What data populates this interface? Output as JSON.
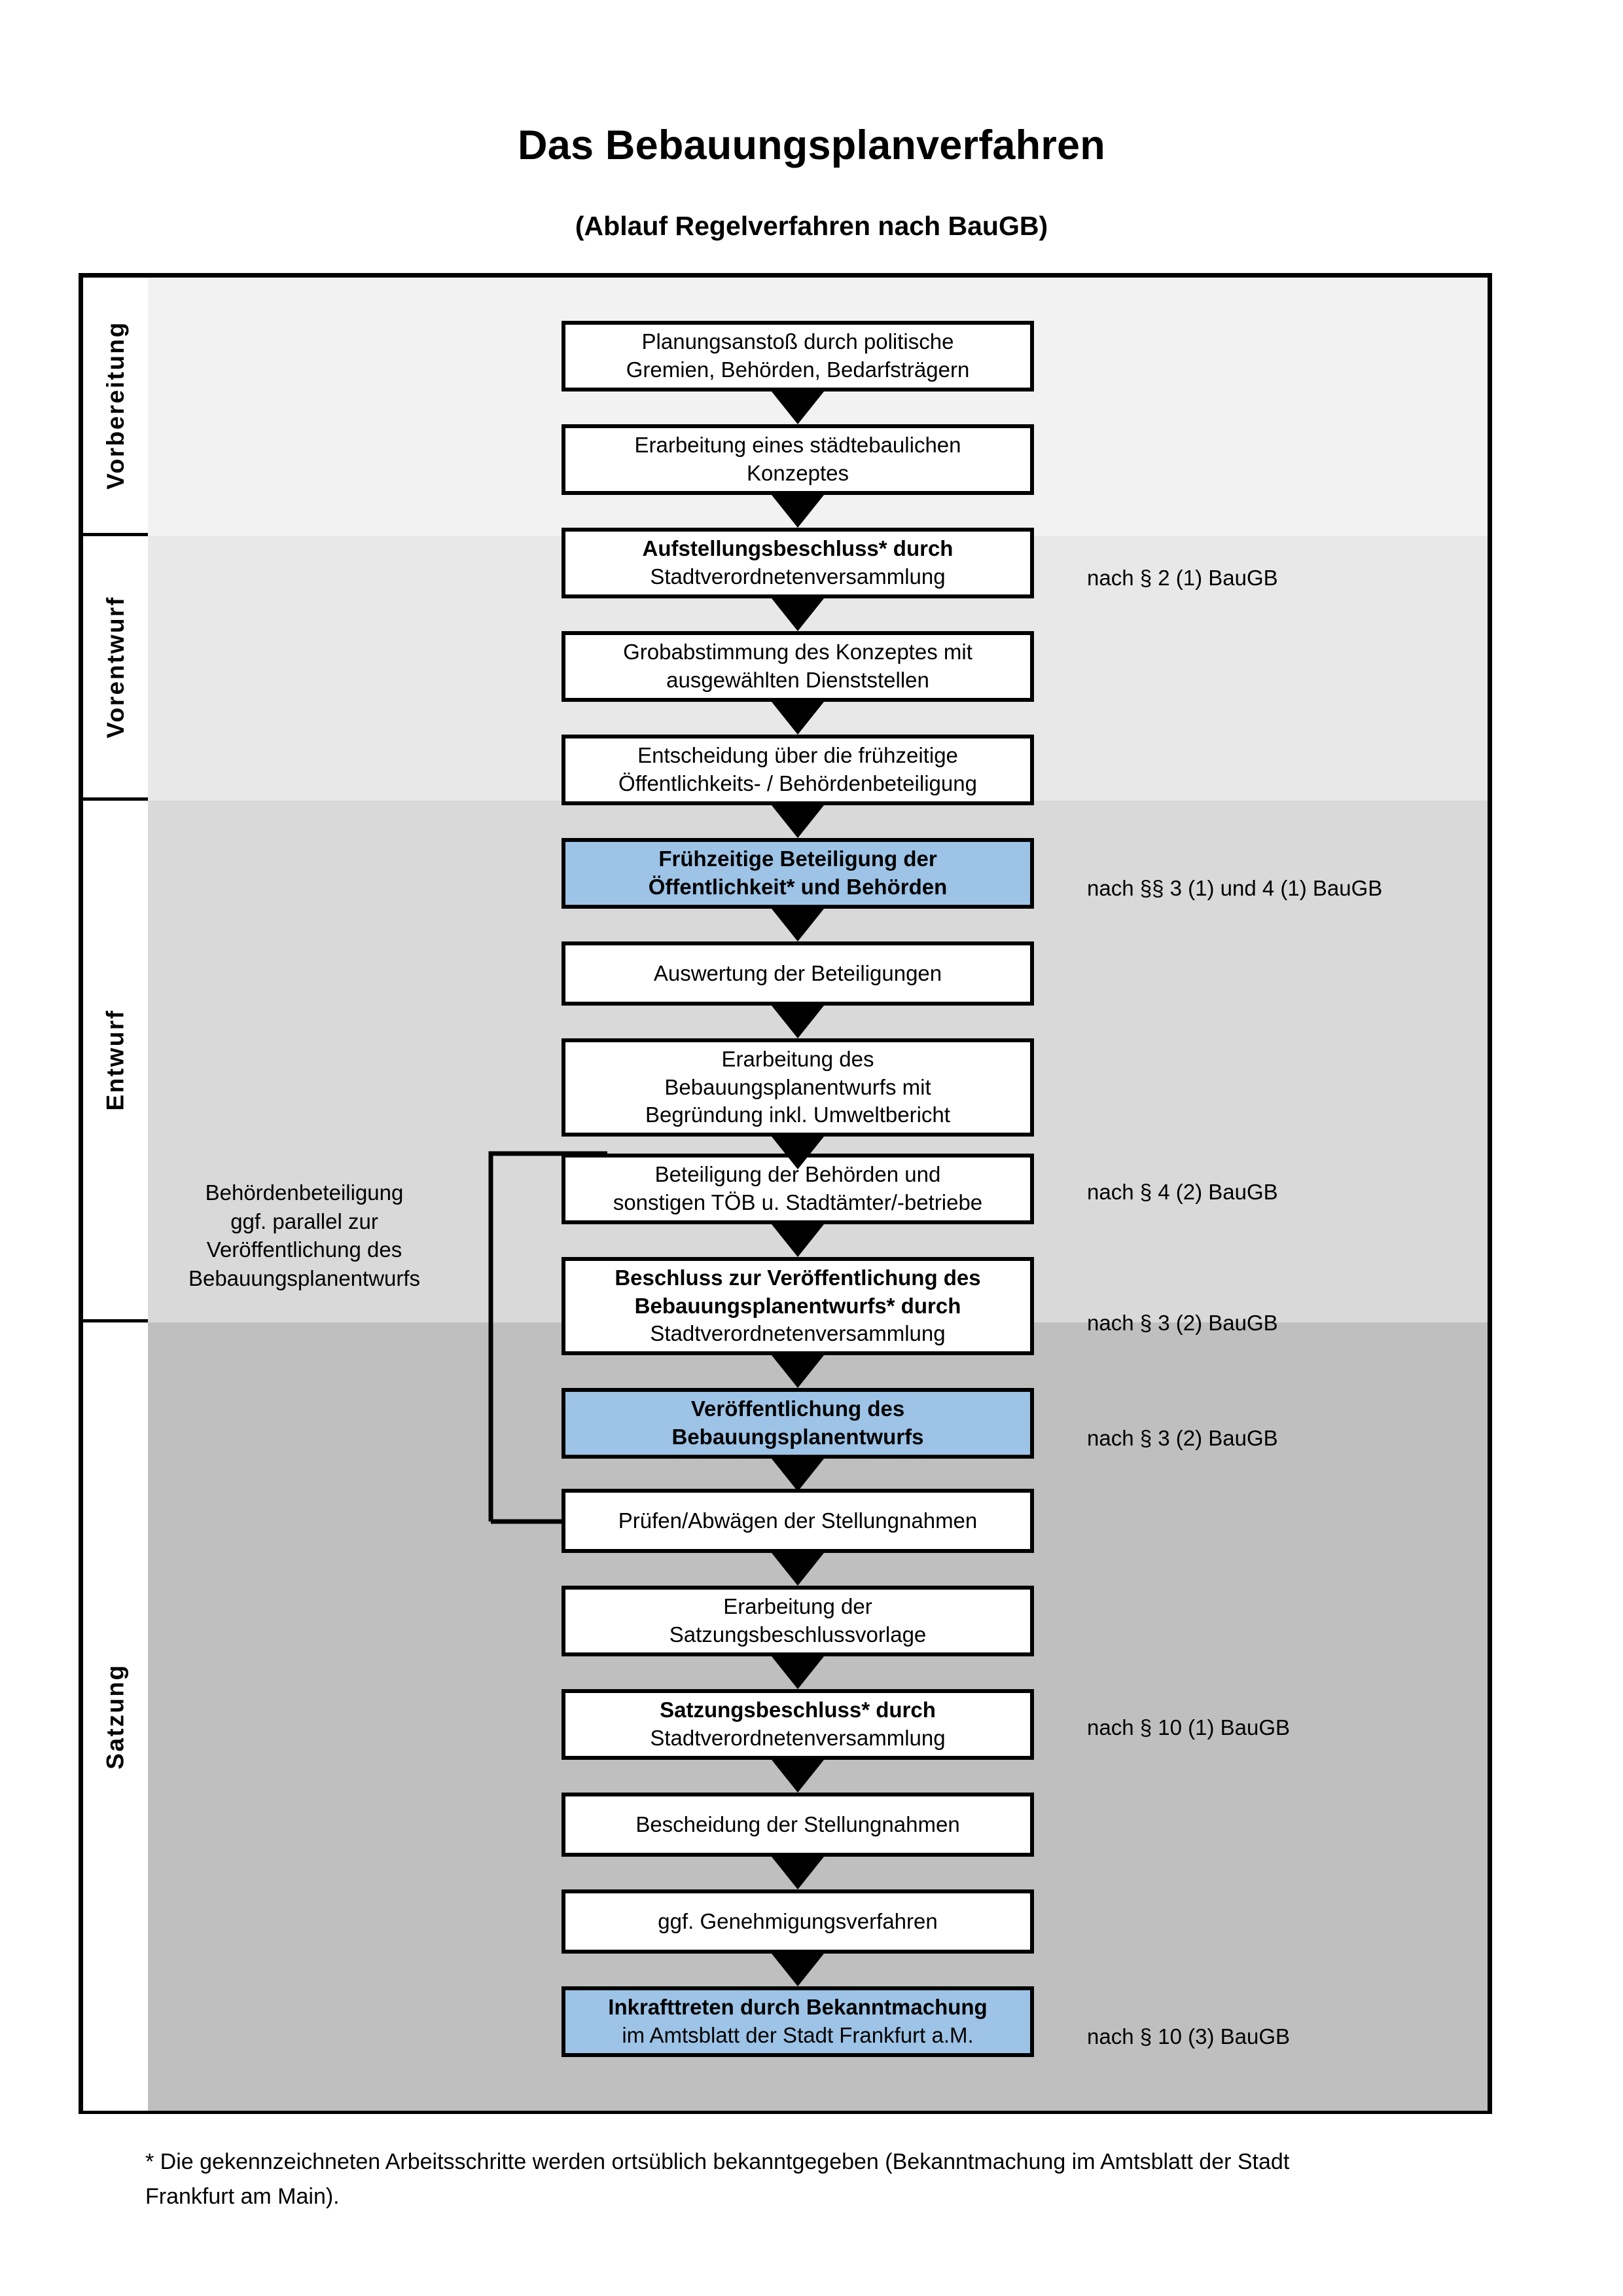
{
  "header": {
    "title": "Das Bebauungsplanverfahren",
    "subtitle": "(Ablauf Regelverfahren nach BauGB)"
  },
  "bands": [
    {
      "key": "vorbereitung",
      "label": "Vorbereitung",
      "bg": "#f2f2f2"
    },
    {
      "key": "vorentwurf",
      "label": "Vorentwurf",
      "bg": "#e8e8e8"
    },
    {
      "key": "entwurf",
      "label": "Entwurf",
      "bg": "#d9d9d9"
    },
    {
      "key": "satzung",
      "label": "Satzung",
      "bg": "#bfbfbf"
    }
  ],
  "colors": {
    "highlight_blue": "#9dc3e6",
    "box_fill": "#ffffff",
    "outline": "#000000"
  },
  "steps": [
    {
      "id": "s1",
      "band": "vorbereitung",
      "highlight": false,
      "lines": [
        {
          "text": "Planungsanstoß durch politische",
          "bold": false
        },
        {
          "text": "Gremien, Behörden, Bedarfsträgern",
          "bold": false
        }
      ]
    },
    {
      "id": "s2",
      "band": "vorbereitung",
      "highlight": false,
      "lines": [
        {
          "text": "Erarbeitung eines städtebaulichen",
          "bold": false
        },
        {
          "text": "Konzeptes",
          "bold": false
        }
      ]
    },
    {
      "id": "s3",
      "band": "vorbereitung",
      "highlight": false,
      "lines": [
        {
          "text": "Aufstellungsbeschluss* durch",
          "bold": true,
          "mixed": true
        },
        {
          "text": "Stadtverordnetenversammlung",
          "bold": false
        }
      ]
    },
    {
      "id": "s4",
      "band": "vorentwurf",
      "highlight": false,
      "lines": [
        {
          "text": "Grobabstimmung des Konzeptes mit",
          "bold": false
        },
        {
          "text": "ausgewählten Dienststellen",
          "bold": false
        }
      ]
    },
    {
      "id": "s5",
      "band": "vorentwurf",
      "highlight": false,
      "lines": [
        {
          "text": "Entscheidung über die frühzeitige",
          "bold": false
        },
        {
          "text": "Öffentlichkeits- / Behördenbeteiligung",
          "bold": false
        }
      ]
    },
    {
      "id": "s6",
      "band": "vorentwurf",
      "highlight": true,
      "lines": [
        {
          "text": "Frühzeitige Beteiligung der",
          "bold": true
        },
        {
          "text": "Öffentlichkeit* und Behörden",
          "bold": true
        }
      ]
    },
    {
      "id": "s7",
      "band": "entwurf",
      "highlight": false,
      "lines": [
        {
          "text": "Auswertung der Beteiligungen",
          "bold": false
        }
      ]
    },
    {
      "id": "s8",
      "band": "entwurf",
      "highlight": false,
      "lines": [
        {
          "text": "Erarbeitung des",
          "bold": false
        },
        {
          "text": "Bebauungsplanentwurfs mit",
          "bold": false
        },
        {
          "text": "Begründung inkl. Umweltbericht",
          "bold": false
        }
      ]
    },
    {
      "id": "s9",
      "band": "entwurf",
      "highlight": false,
      "lines": [
        {
          "text": "Beteiligung der Behörden und",
          "bold": false
        },
        {
          "text": "sonstigen TÖB u. Stadtämter/-betriebe",
          "bold": false
        }
      ]
    },
    {
      "id": "s10",
      "band": "entwurf",
      "highlight": false,
      "lines": [
        {
          "text": "Beschluss zur Veröffentlichung des",
          "bold": true
        },
        {
          "text": "Bebauungsplanentwurfs* durch",
          "bold": true,
          "mixed": true
        },
        {
          "text": "Stadtverordnetenversammlung",
          "bold": false
        }
      ]
    },
    {
      "id": "s11",
      "band": "entwurf",
      "highlight": true,
      "lines": [
        {
          "text": "Veröffentlichung des",
          "bold": true
        },
        {
          "text": "Bebauungsplanentwurfs",
          "bold": true
        }
      ]
    },
    {
      "id": "s12",
      "band": "satzung",
      "highlight": false,
      "lines": [
        {
          "text": "Prüfen/Abwägen der Stellungnahmen",
          "bold": false
        }
      ]
    },
    {
      "id": "s13",
      "band": "satzung",
      "highlight": false,
      "lines": [
        {
          "text": "Erarbeitung der",
          "bold": false
        },
        {
          "text": "Satzungsbeschlussvorlage",
          "bold": false
        }
      ]
    },
    {
      "id": "s14",
      "band": "satzung",
      "highlight": false,
      "lines": [
        {
          "text": "Satzungsbeschluss* durch",
          "bold": true,
          "mixed": true
        },
        {
          "text": "Stadtverordnetenversammlung",
          "bold": false
        }
      ]
    },
    {
      "id": "s15",
      "band": "satzung",
      "highlight": false,
      "lines": [
        {
          "text": "Bescheidung der Stellungnahmen",
          "bold": false
        }
      ]
    },
    {
      "id": "s16",
      "band": "satzung",
      "highlight": false,
      "lines": [
        {
          "text": "ggf. Genehmigungsverfahren",
          "bold": false
        }
      ]
    },
    {
      "id": "s17",
      "band": "satzung",
      "highlight": true,
      "lines": [
        {
          "text": "Inkrafttreten durch Bekanntmachung",
          "bold": true,
          "mixed": true
        },
        {
          "text": "im Amtsblatt der Stadt Frankfurt a.M.",
          "bold": false
        }
      ]
    }
  ],
  "legal_notes": [
    {
      "id": "n1",
      "for": "s3",
      "text": "nach § 2 (1) BauGB"
    },
    {
      "id": "n2",
      "for": "s6",
      "text": "nach §§ 3 (1) und 4 (1) BauGB"
    },
    {
      "id": "n3",
      "for": "s9",
      "text": "nach § 4 (2) BauGB"
    },
    {
      "id": "n4",
      "for": "s10",
      "text": "nach § 3 (2) BauGB"
    },
    {
      "id": "n5",
      "for": "s11",
      "text": "nach § 3 (2) BauGB"
    },
    {
      "id": "n6",
      "for": "s14",
      "text": "nach § 10 (1) BauGB"
    },
    {
      "id": "n7",
      "for": "s17",
      "text": "nach § 10 (3) BauGB"
    }
  ],
  "side_note": {
    "lines": [
      "Behördenbeteiligung",
      "ggf. parallel zur",
      "Veröffentlichung des",
      "Bebauungsplanentwurfs"
    ]
  },
  "footnote": {
    "line1": "* Die gekennzeichneten Arbeitsschritte werden ortsüblich bekanntgegeben (Bekanntmachung im Amtsblatt  der Stadt",
    "line2": "Frankfurt am Main)."
  }
}
